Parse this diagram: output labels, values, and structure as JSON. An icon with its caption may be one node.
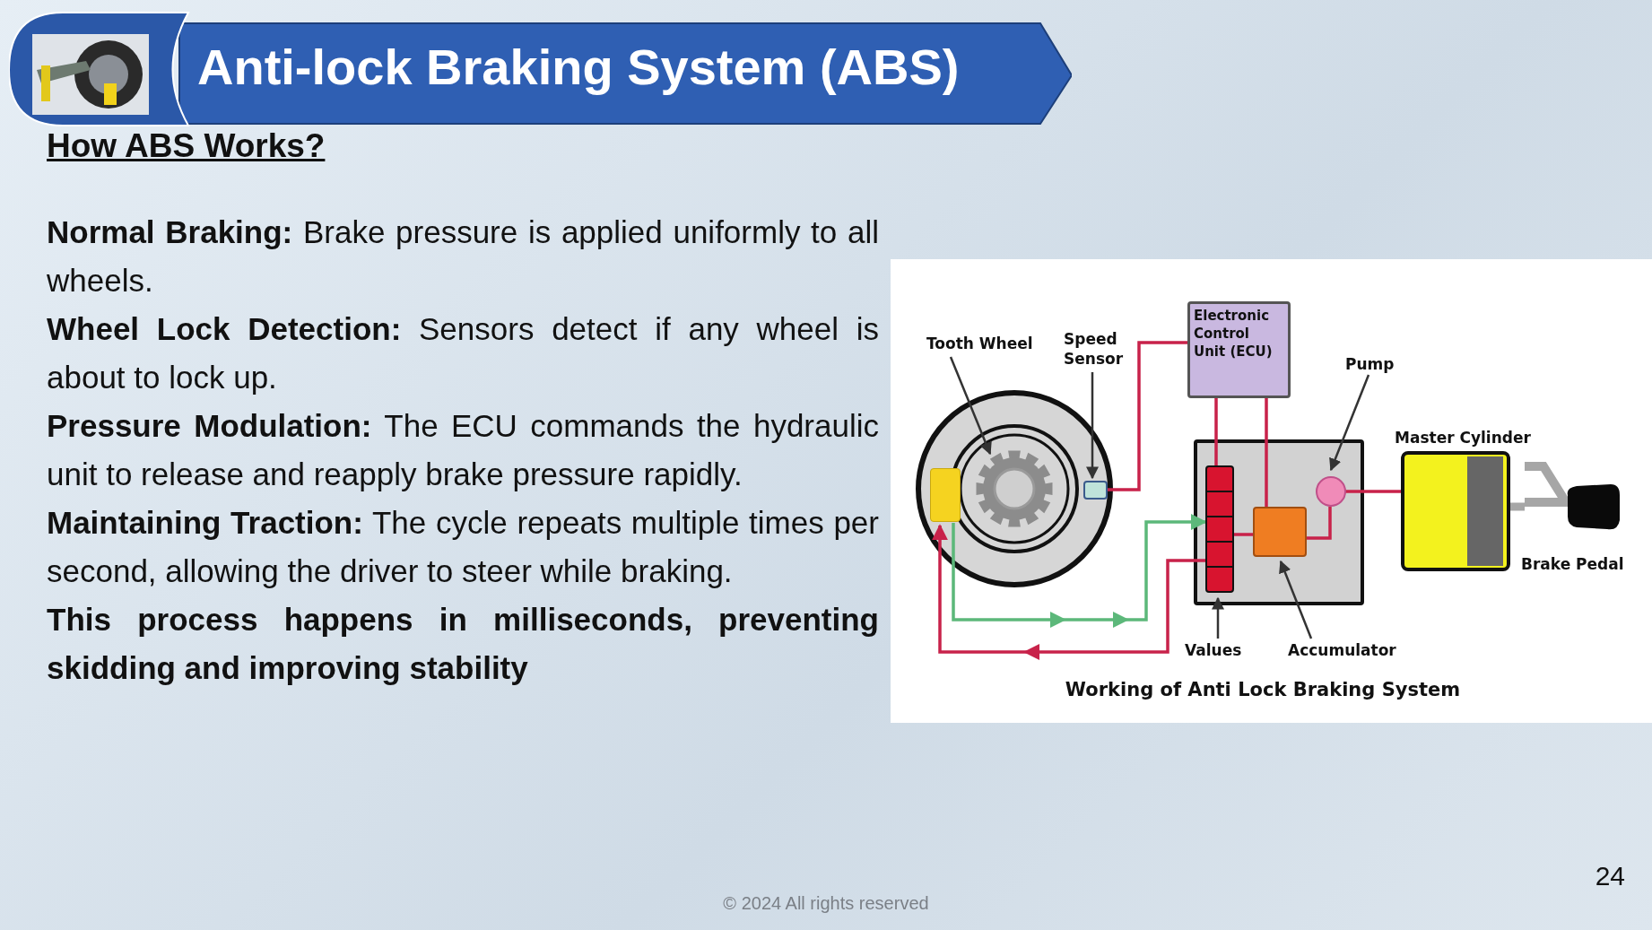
{
  "diagram": {
    "title": "Anti-lock Braking System (ABS)",
    "caption": "Working of Anti Lock Braking System",
    "nodes": [
      {
        "text": [
          "Tooth Wheel"
        ]
      },
      {
        "text": [
          "Speed Sensor"
        ]
      },
      {
        "text": [
          "Electronic Control Unit (ECU)"
        ]
      },
      {
        "text": [
          "Pump"
        ]
      },
      {
        "text": [
          "Master Cylinder"
        ]
      },
      {
        "text": [],
        "shape": "picture"
      },
      {
        "text": [],
        "shape": "box"
      },
      {
        "text": [],
        "shape": "box"
      },
      {
        "text": [],
        "shape": "box"
      },
      {
        "text": [],
        "shape": "bar",
        "in": 8
      },
      {
        "text": [],
        "shape": "box",
        "in": 8
      },
      {
        "text": [],
        "shape": "circle",
        "in": 8
      },
      {
        "text": [
          "Brake Pedal"
        ]
      },
      {
        "text": [
          "Values"
        ]
      },
      {
        "text": [
          "Accumulator"
        ]
      }
    ],
    "edges": [
      {
        "from": 0,
        "to": 5,
        "arrow": "to",
        "color": "#333333"
      },
      {
        "from": 1,
        "to": 7,
        "arrow": "to",
        "color": "#333333"
      },
      {
        "from": 3,
        "to": 11,
        "arrow": "to",
        "color": "#333333"
      },
      {
        "from": 13,
        "to": 9,
        "arrow": "to",
        "color": "#333333"
      },
      {
        "from": 14,
        "to": 10,
        "arrow": "to",
        "color": "#333333"
      },
      {
        "from": 7,
        "to": 2,
        "arrow": "none",
        "color": "#c8224a"
      },
      {
        "from": 2,
        "to": 9,
        "arrow": "none",
        "color": "#c8224a"
      },
      {
        "from": 2,
        "to": 10,
        "arrow": "none",
        "color": "#c8224a"
      },
      {
        "from": 9,
        "to": 10,
        "arrow": "none",
        "color": "#c8224a"
      },
      {
        "from": 10,
        "to": 11,
        "arrow": "none",
        "color": "#c8224a"
      },
      {
        "from": 11,
        "to": 4,
        "arrow": "none",
        "color": "#c8224a"
      },
      {
        "from": 6,
        "to": 9,
        "arrow": "to",
        "color": "#5cb87a"
      },
      {
        "from": 9,
        "to": 6,
        "arrow": "to",
        "color": "#c8224a"
      },
      {
        "from": 4,
        "to": 12,
        "arrow": "none",
        "style": "thick",
        "color": "#a6a6a6"
      }
    ],
    "labels": [
      "How ABS Works?",
      "**Normal Braking:** Brake pressure is applied uniformly to all wheels.",
      "**Wheel Lock Detection:** Sensors detect if any wheel is about to lock up.",
      "**Pressure Modulation:** The ECU commands the hydraulic unit to release and reapply brake pressure rapidly.",
      "**Maintaining Traction:** The cycle repeats multiple times per second, allowing the driver to steer while braking.",
      "This process happens in milliseconds, preventing skidding and improving stability",
      "24",
      "© 2024 All rights reserved"
    ]
  }
}
